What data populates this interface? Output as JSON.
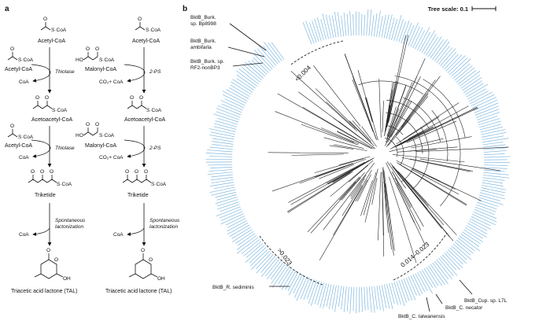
{
  "panels": {
    "a": "a",
    "b": "b"
  },
  "pathway": {
    "left": {
      "top_name": "Acetyl-CoA",
      "substrate_name": "Acetyl-CoA",
      "enzyme1": "Thiolase",
      "byproduct1": "CoA",
      "intermediate": "Acetoacetyl-CoA",
      "substrate2_name": "Acetyl-CoA",
      "enzyme2": "Thiolase",
      "byproduct2": "CoA",
      "product": "Triketide",
      "step3_line1": "Spontaneous",
      "step3_line2": "lactonization",
      "byproduct3": "CoA",
      "final": "Triacetic acid lactone (TAL)"
    },
    "right": {
      "top_name": "Acetyl-CoA",
      "substrate_name": "Malonyl-CoA",
      "enzyme1": "2-PS",
      "byproduct1": "CO₂+ CoA",
      "intermediate": "Acetoacetyl-CoA",
      "substrate2_name": "Malonyl-CoA",
      "enzyme2": "2-PS",
      "byproduct2": "CO₂+ CoA",
      "product": "Triketide",
      "step3_line1": "Spontaneous",
      "step3_line2": "lactonization",
      "byproduct3": "CoA",
      "final": "Triacetic acid lactone (TAL)"
    },
    "atoms": {
      "s_coa": "S·CoA",
      "o": "O",
      "ho": "HO",
      "oh": "OH"
    }
  },
  "tree": {
    "scale_label": "Tree scale: 0.1",
    "callouts": [
      {
        "text": [
          "BktB_Burk.",
          "sp. Bp8998"
        ]
      },
      {
        "text": [
          "BktB_Burk.",
          "ambifarla"
        ]
      },
      {
        "text": [
          "BktB_Burk. sp.",
          "RF2-nonBP3"
        ]
      },
      {
        "text": [
          "BktB_R. sediminis"
        ]
      },
      {
        "text": [
          "BktB_C. talwanensis"
        ]
      },
      {
        "text": [
          "BktB_C. necator"
        ]
      },
      {
        "text": [
          "BktB_Cup. sp. L7L"
        ]
      }
    ],
    "arc_labels": {
      "top": "<0.004",
      "left": ">0.023",
      "right": "0.014–0.023"
    },
    "colors": {
      "leaf": "#7fb8e0",
      "branch": "#222222"
    }
  }
}
